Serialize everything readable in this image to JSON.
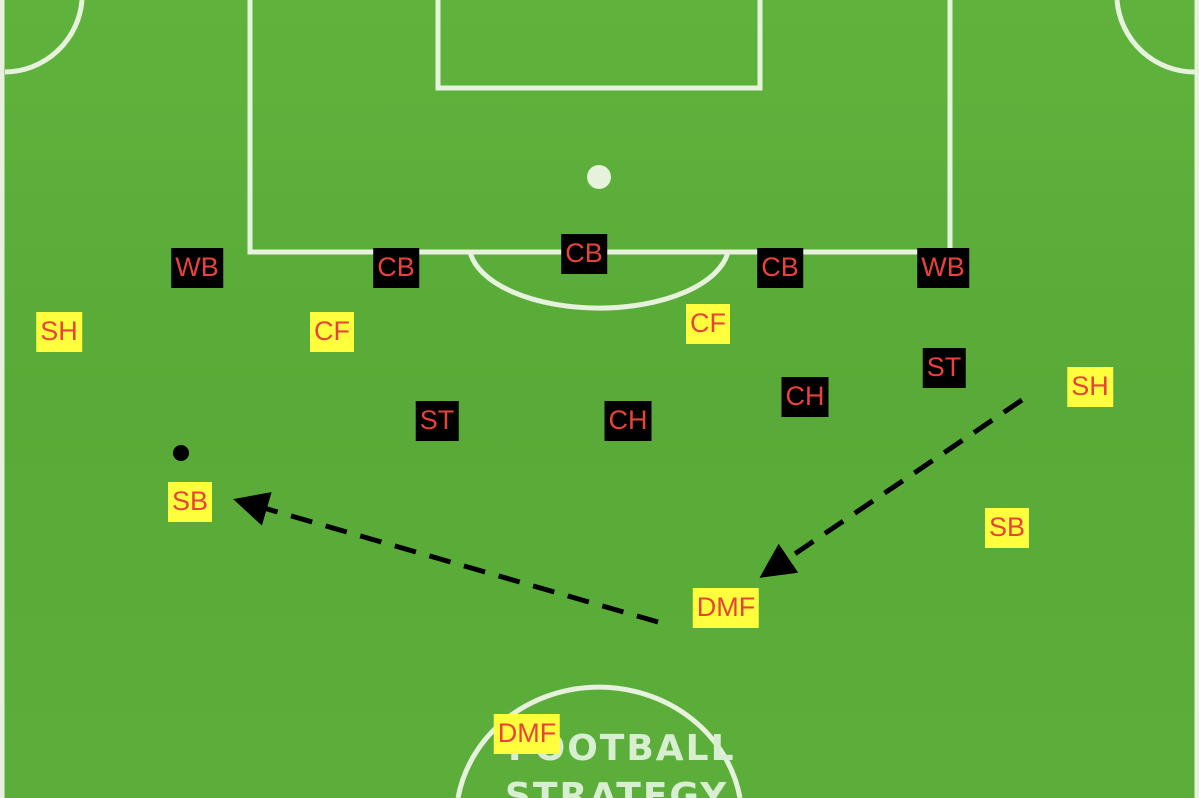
{
  "pitch": {
    "grass_color": "#5cae3a",
    "line_color": "#e6f2dc"
  },
  "watermark": {
    "line1": "FOOTBALL",
    "line2": "STRATEGY"
  },
  "teams": {
    "red": {
      "label_color": "#e8433a",
      "box_color": "#000000"
    },
    "yellow": {
      "label_color": "#e8433a",
      "box_color": "#ffff3e"
    }
  },
  "players": [
    {
      "id": "red-wb-left",
      "team": "red",
      "label": "WB"
    },
    {
      "id": "red-cb-left",
      "team": "red",
      "label": "CB"
    },
    {
      "id": "red-cb-center",
      "team": "red",
      "label": "CB"
    },
    {
      "id": "red-cb-right",
      "team": "red",
      "label": "CB"
    },
    {
      "id": "red-wb-right",
      "team": "red",
      "label": "WB"
    },
    {
      "id": "red-st-right",
      "team": "red",
      "label": "ST"
    },
    {
      "id": "red-ch-right",
      "team": "red",
      "label": "CH"
    },
    {
      "id": "red-st-left",
      "team": "red",
      "label": "ST"
    },
    {
      "id": "red-ch-center",
      "team": "red",
      "label": "CH"
    },
    {
      "id": "yellow-sh-left",
      "team": "yellow",
      "label": "SH"
    },
    {
      "id": "yellow-cf-left",
      "team": "yellow",
      "label": "CF"
    },
    {
      "id": "yellow-cf-right",
      "team": "yellow",
      "label": "CF"
    },
    {
      "id": "yellow-sh-right",
      "team": "yellow",
      "label": "SH"
    },
    {
      "id": "yellow-sb-left",
      "team": "yellow",
      "label": "SB"
    },
    {
      "id": "yellow-sb-right",
      "team": "yellow",
      "label": "SB"
    },
    {
      "id": "yellow-dmf-upper",
      "team": "yellow",
      "label": "DMF"
    },
    {
      "id": "yellow-dmf-lower",
      "team": "yellow",
      "label": "DMF"
    }
  ],
  "ball": {
    "color": "#000000"
  },
  "passes": [
    {
      "from": "SH",
      "to": "DMF",
      "style": "dashed"
    },
    {
      "from": "DMF",
      "to": "SB",
      "style": "dashed"
    }
  ]
}
